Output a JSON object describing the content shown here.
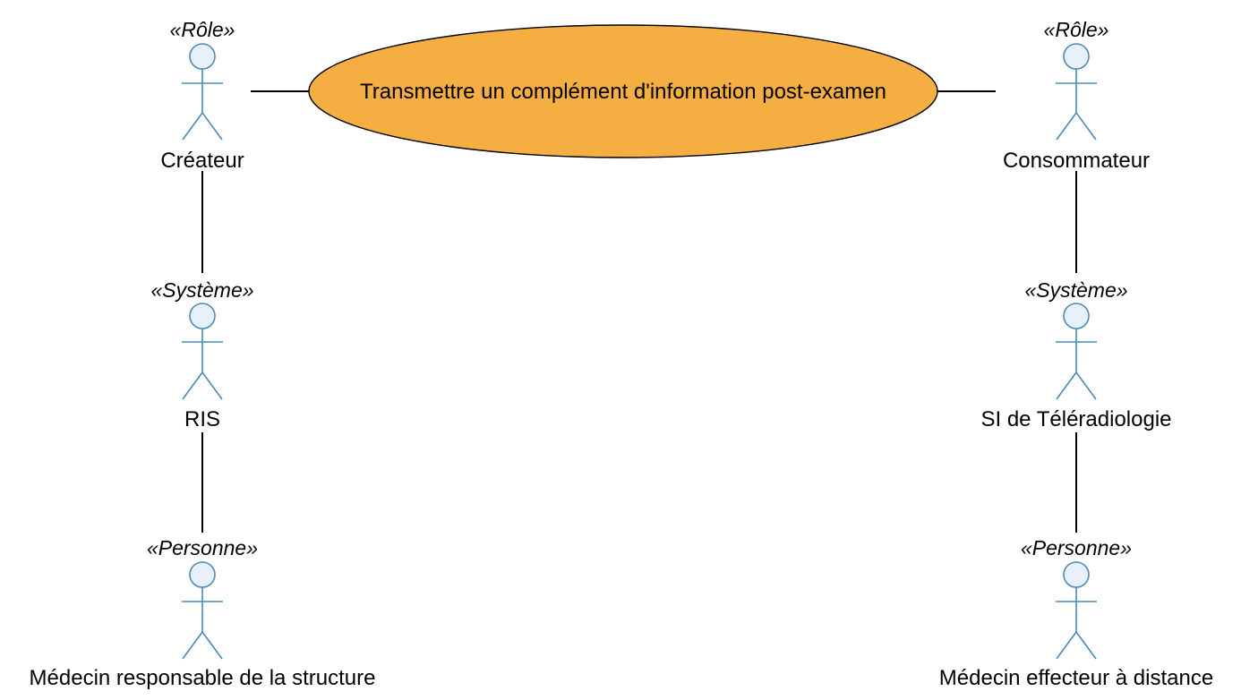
{
  "use_case": {
    "label": "Transmettre un complément d'information post-examen",
    "fill_color": "#f4ae42"
  },
  "actor_style": {
    "stroke_color": "#4a8bb5",
    "head_fill": "#e8f1fa"
  },
  "actors": {
    "createur": {
      "stereotype": "«Rôle»",
      "name": "Créateur"
    },
    "ris": {
      "stereotype": "«Système»",
      "name": "RIS"
    },
    "medecin_responsable": {
      "stereotype": "«Personne»",
      "name": "Médecin responsable de la structure"
    },
    "consommateur": {
      "stereotype": "«Rôle»",
      "name": "Consommateur"
    },
    "si_teleradiologie": {
      "stereotype": "«Système»",
      "name": "SI de Téléradiologie"
    },
    "medecin_effecteur": {
      "stereotype": "«Personne»",
      "name": "Médecin effecteur à distance"
    }
  }
}
